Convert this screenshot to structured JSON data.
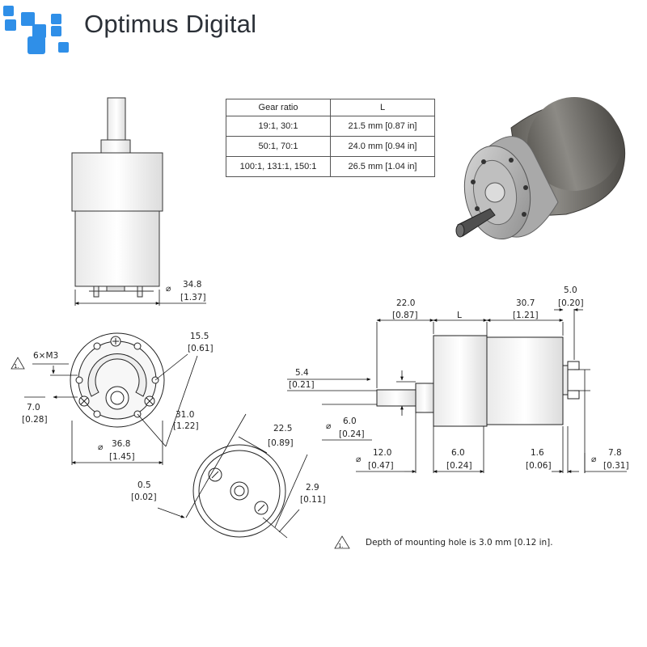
{
  "brand": {
    "name": "Optimus Digital",
    "color": "#2f8fe8"
  },
  "gear_table": {
    "headers": [
      "Gear ratio",
      "L"
    ],
    "rows": [
      [
        "19:1, 30:1",
        "21.5 mm [0.87 in]"
      ],
      [
        "50:1, 70:1",
        "24.0 mm [0.94 in]"
      ],
      [
        "100:1, 131:1, 150:1",
        "26.5 mm [1.04 in]"
      ]
    ]
  },
  "dims": {
    "body_dia": {
      "mm": "34.8",
      "in": "[1.37]"
    },
    "holes": "6×M3",
    "hole_note_num": "1.",
    "offset": {
      "mm": "7.0",
      "in": "[0.28]"
    },
    "face_dia": {
      "mm": "36.8",
      "in": "[1.45]"
    },
    "bolt_r": {
      "mm": "15.5",
      "in": "[0.61]"
    },
    "bolt_circle": {
      "mm": "31.0",
      "in": "[1.22]"
    },
    "back_span": {
      "mm": "22.5",
      "in": "[0.89]"
    },
    "back_gap": {
      "mm": "0.5",
      "in": "[0.02]"
    },
    "back_hole": {
      "mm": "2.9",
      "in": "[0.11]"
    },
    "shaft_flat": {
      "mm": "5.4",
      "in": "[0.21]"
    },
    "shaft_dia": {
      "mm": "6.0",
      "in": "[0.24]"
    },
    "shaft_len": {
      "mm": "22.0",
      "in": "[0.87]"
    },
    "gear_len": "L",
    "motor_len": {
      "mm": "30.7",
      "in": "[1.21]"
    },
    "term_len": {
      "mm": "5.0",
      "in": "[0.20]"
    },
    "boss_dia": {
      "mm": "12.0",
      "in": "[0.47]"
    },
    "boss_len": {
      "mm": "6.0",
      "in": "[0.24]"
    },
    "flange": {
      "mm": "1.6",
      "in": "[0.06]"
    },
    "term_dia": {
      "mm": "7.8",
      "in": "[0.31]"
    }
  },
  "note": {
    "num": "1.",
    "text": "Depth of mounting hole is 3.0 mm [0.12 in]."
  }
}
